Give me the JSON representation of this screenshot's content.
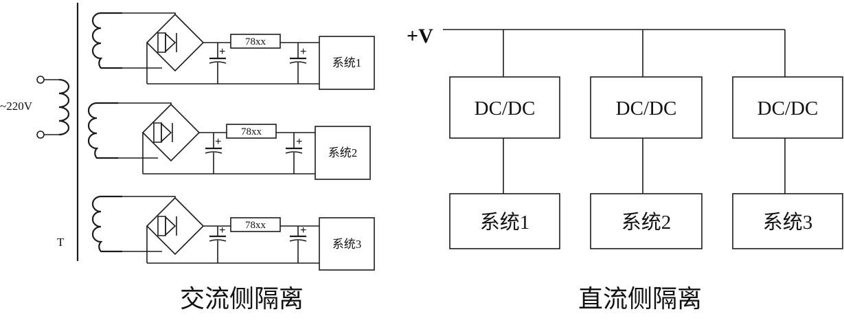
{
  "ac_side": {
    "caption": "交流侧隔离",
    "source_label": "~220V",
    "transformer_label": "T",
    "channels": [
      {
        "regulator": "78xx",
        "system": "系统1",
        "cap_sign": "+"
      },
      {
        "regulator": "78xx",
        "system": "系统2",
        "cap_sign": "+"
      },
      {
        "regulator": "78xx",
        "system": "系统3",
        "cap_sign": "+"
      }
    ]
  },
  "dc_side": {
    "caption": "直流侧隔离",
    "bus_label": "+V",
    "converters": [
      {
        "converter": "DC/DC",
        "system": "系统1"
      },
      {
        "converter": "DC/DC",
        "system": "系统2"
      },
      {
        "converter": "DC/DC",
        "system": "系统3"
      }
    ]
  }
}
